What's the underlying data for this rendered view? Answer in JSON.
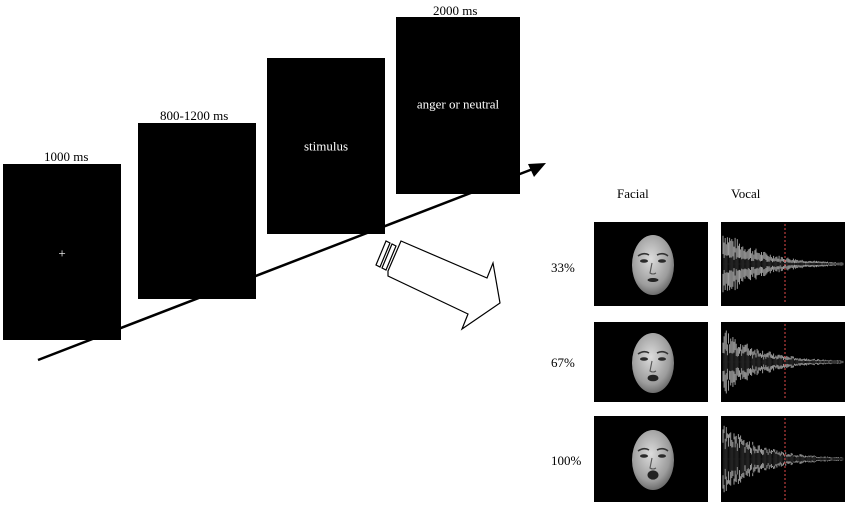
{
  "timeline": {
    "screens": [
      {
        "duration": "1000 ms",
        "content": "+"
      },
      {
        "duration": "800-1200 ms",
        "content": ""
      },
      {
        "duration": "",
        "content": "stimulus"
      },
      {
        "duration": "2000 ms",
        "content": "anger or neutral"
      }
    ]
  },
  "stimuli": {
    "column_headers": {
      "facial": "Facial",
      "vocal": "Vocal"
    },
    "rows": [
      {
        "level": "33%",
        "intensity": 0.33
      },
      {
        "level": "67%",
        "intensity": 0.67
      },
      {
        "level": "100%",
        "intensity": 1.0
      }
    ]
  },
  "colors": {
    "screen": "#000000",
    "screen_text": "#ffffff",
    "timeline_arrow": "#000000",
    "waveform_envelope": "#9a9a9a",
    "waveform_core": "#0d0d0d",
    "marker_line": "#e24a4a"
  }
}
